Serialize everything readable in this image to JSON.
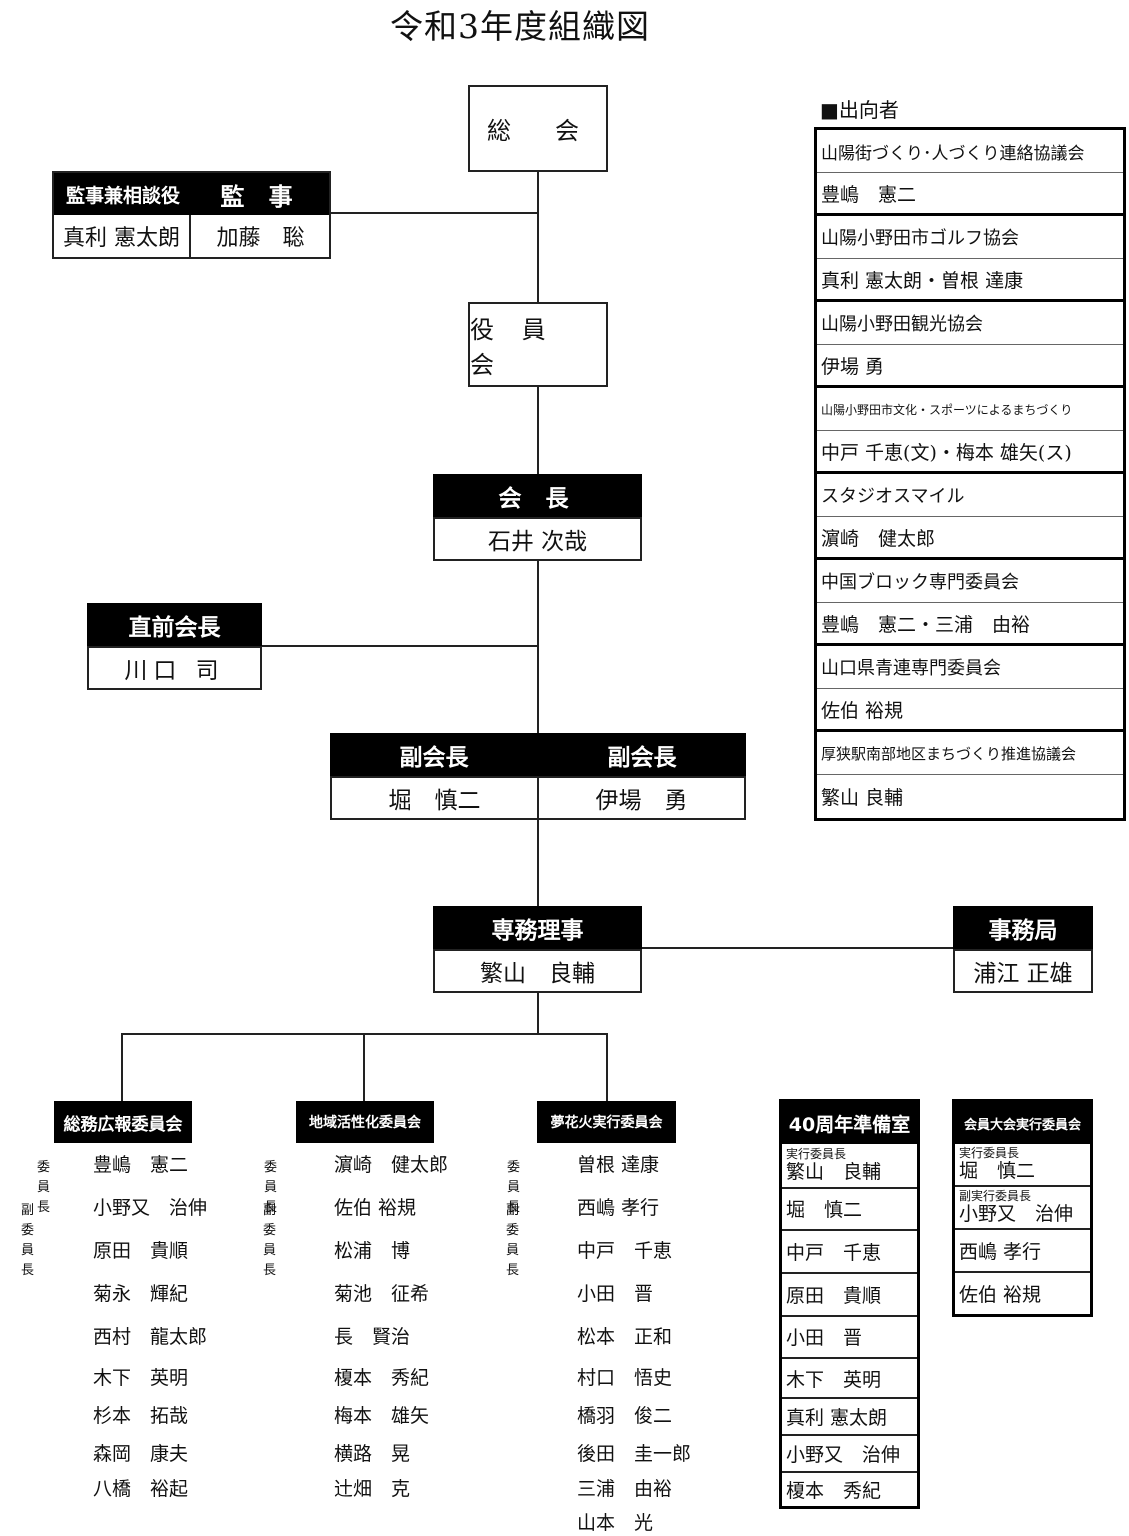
{
  "title": "令和3年度組織図",
  "general_assembly": "総　会",
  "board": "役 員 会",
  "auditor": {
    "advisor_label": "監事兼相談役",
    "auditor_label": "監 事",
    "advisor_name": "真利 憲太朗",
    "auditor_name": "加藤　聡"
  },
  "president": {
    "label": "会 長",
    "name": "石井 次哉"
  },
  "past_president": {
    "label": "直前会長",
    "name": "川口 司"
  },
  "vice_presidents": [
    {
      "label": "副会長",
      "name": "堀　慎二"
    },
    {
      "label": "副会長",
      "name": "伊場　勇"
    }
  ],
  "executive_director": {
    "label": "専務理事",
    "name": "繁山　良輔"
  },
  "secretariat": {
    "label": "事務局",
    "name": "浦江 正雄"
  },
  "dispatch": {
    "heading": "■出向者",
    "entries": [
      {
        "org": "山陽街づくり･人づくり連絡協議会",
        "names": "豊嶋　憲二"
      },
      {
        "org": "山陽小野田市ゴルフ協会",
        "names": "真利 憲太朗・曽根 達康"
      },
      {
        "org": "山陽小野田観光協会",
        "names": "伊場 勇"
      },
      {
        "org": "山陽小野田市文化・スポーツによるまちづくり",
        "names": "中戸 千恵(文)・梅本 雄矢(ス)"
      },
      {
        "org": "スタジオスマイル",
        "names": "濵崎　健太郎"
      },
      {
        "org": "中国ブロック専門委員会",
        "names": "豊嶋　憲二・三浦　由裕"
      },
      {
        "org": "山口県青連専門委員会",
        "names": "佐伯 裕規"
      },
      {
        "org": "厚狭駅南部地区まちづくり推進協議会",
        "names": "繁山 良輔"
      }
    ]
  },
  "committees": [
    {
      "name": "総務広報委員会",
      "chair_role": "委員長",
      "chair": "豊嶋　憲二",
      "vice_role": "副委員長",
      "vice": "小野又　治伸",
      "members": [
        "原田　貴順",
        "菊永　輝紀",
        "西村　龍太郎",
        "木下　英明",
        "杉本　拓哉",
        "森岡　康夫",
        "八橋　裕起"
      ]
    },
    {
      "name": "地域活性化委員会",
      "chair_role": "委員長",
      "chair": "濵崎　健太郎",
      "vice_role": "副委員長",
      "vice": "佐伯 裕規",
      "members": [
        "松浦　博",
        "菊池　征希",
        "長　賢治",
        "榎本　秀紀",
        "梅本　雄矢",
        "横路　晃",
        "辻畑　克"
      ]
    },
    {
      "name": "夢花火実行委員会",
      "chair_role": "委員長",
      "chair": "曽根 達康",
      "vice_role": "副委員長",
      "vice": "西嶋 孝行",
      "members": [
        "中戸　千恵",
        "小田　晋",
        "松本　正和",
        "村口　悟史",
        "橋羽　俊二",
        "後田　圭一郎",
        "三浦　由裕",
        "山本　光"
      ]
    }
  ],
  "anniversary": {
    "name": "40周年準備室",
    "chair_role": "実行委員長",
    "chair": "繁山　良輔",
    "members": [
      "堀　慎二",
      "中戸　千恵",
      "原田　貴順",
      "小田　晋",
      "木下　英明",
      "真利 憲太朗",
      "小野又　治伸",
      "榎本　秀紀"
    ]
  },
  "convention": {
    "name": "会員大会実行委員会",
    "chair_role": "実行委員長",
    "chair": "堀　慎二",
    "vice_role": "副実行委員長",
    "vice": "小野又　治伸",
    "members": [
      "西嶋 孝行",
      "佐伯 裕規"
    ]
  }
}
